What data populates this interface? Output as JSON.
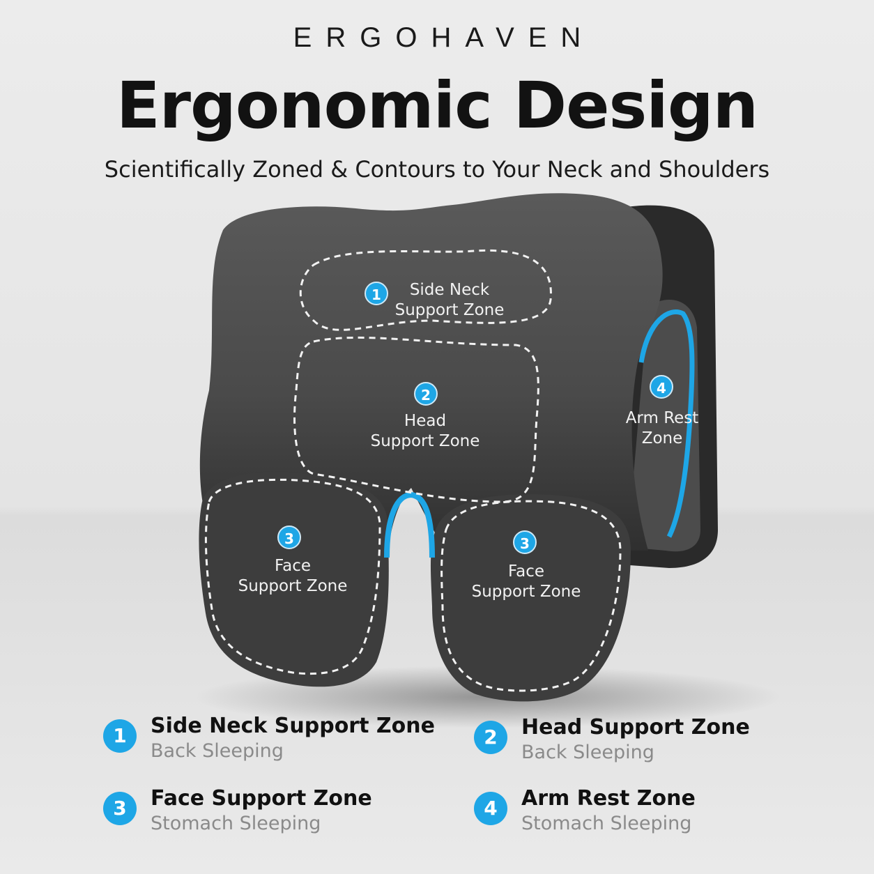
{
  "brand": "ERGOHAVEN",
  "title": "Ergonomic Design",
  "subtitle": "Scientifically Zoned & Contours to Your Neck and Shoulders",
  "accent_color": "#1ea6e6",
  "zones": {
    "z1": {
      "num": "1",
      "line1": "Side Neck",
      "line2": "Support Zone"
    },
    "z2": {
      "num": "2",
      "line1": "Head",
      "line2": "Support Zone"
    },
    "z3a": {
      "num": "3",
      "line1": "Face",
      "line2": "Support Zone"
    },
    "z3b": {
      "num": "3",
      "line1": "Face",
      "line2": "Support Zone"
    },
    "z4": {
      "num": "4",
      "line1": "Arm Rest",
      "line2": "Zone"
    }
  },
  "legend": [
    {
      "num": "1",
      "title": "Side Neck Support Zone",
      "sub": "Back Sleeping"
    },
    {
      "num": "2",
      "title": "Head Support Zone",
      "sub": "Back Sleeping"
    },
    {
      "num": "3",
      "title": "Face Support Zone",
      "sub": "Stomach Sleeping"
    },
    {
      "num": "4",
      "title": "Arm Rest Zone",
      "sub": "Stomach Sleeping"
    }
  ]
}
